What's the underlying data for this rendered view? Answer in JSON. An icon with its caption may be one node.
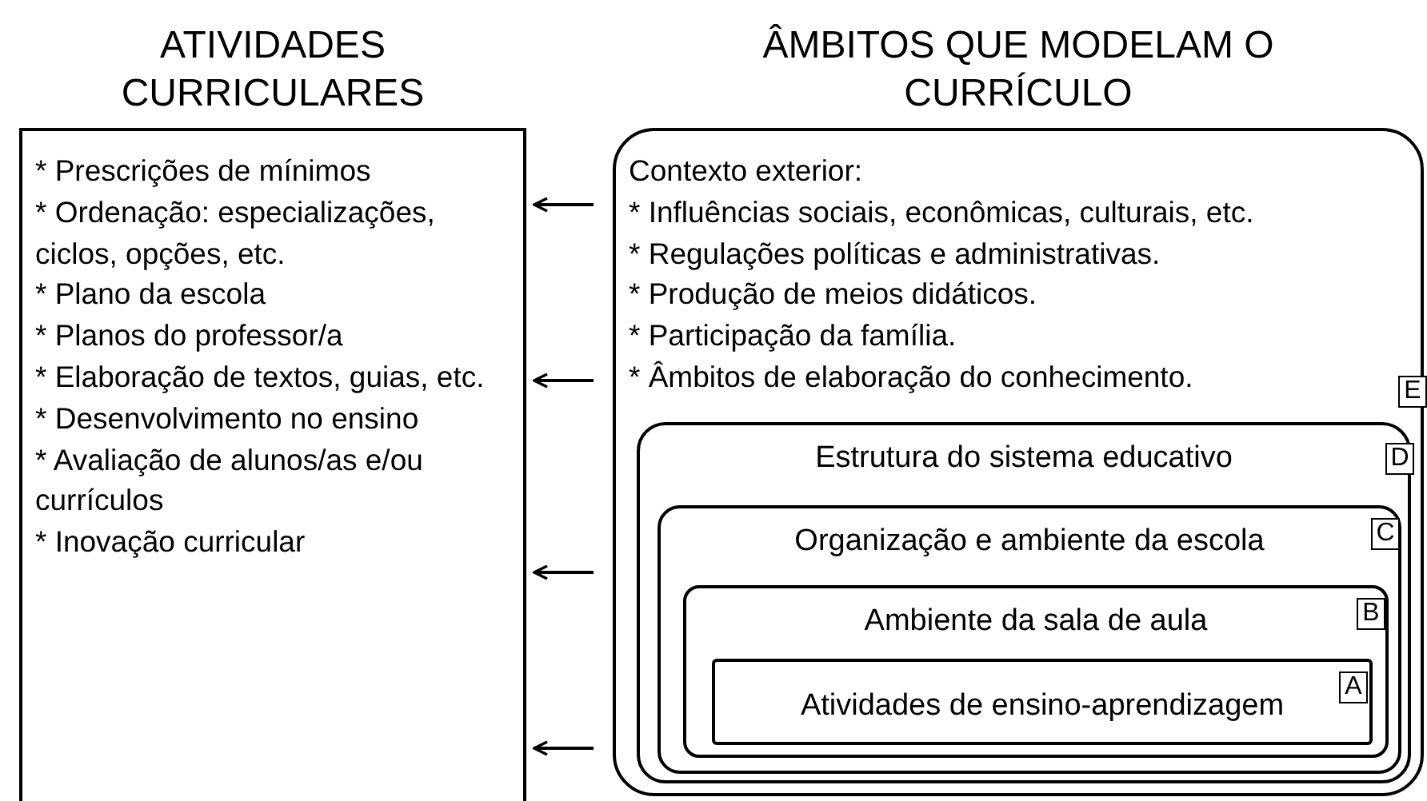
{
  "diagram": {
    "nodes": [
      {
        "text": [
          "ATIVIDADES CURRICULARES",
          "* Prescrições de mínimos",
          "* Ordenação: especializações, ciclos, opções, etc.",
          "* Plano da escola",
          "* Planos do professor/a",
          "* Elaboração de textos, guias, etc.",
          "* Desenvolvimento no ensino",
          "* Avaliação de alunos/as e/ou currículos",
          "* Inovação curricular"
        ]
      },
      {
        "text": [
          "ÂMBITOS QUE MODELAM O CURRÍCULO",
          "Contexto exterior:",
          "* Influências sociais, econômicas, culturais, etc.",
          "* Regulações políticas e administrativas.",
          "* Produção de meios didáticos.",
          "* Participação da família.",
          "* Âmbitos de elaboração do conhecimento."
        ]
      },
      {
        "text": [
          "E"
        ],
        "in": 1
      },
      {
        "text": [
          "Estrutura do sistema educativo"
        ],
        "in": 1
      },
      {
        "text": [
          "D"
        ],
        "in": 3
      },
      {
        "text": [
          "Organização e ambiente da escola"
        ],
        "in": 3
      },
      {
        "text": [
          "C"
        ],
        "in": 5
      },
      {
        "text": [
          "Ambiente da sala de aula"
        ],
        "in": 5
      },
      {
        "text": [
          "B"
        ],
        "in": 7
      },
      {
        "text": [
          "Atividades de ensino-aprendizagem"
        ],
        "in": 7
      },
      {
        "text": [
          "A"
        ],
        "in": 9
      }
    ],
    "edges": [
      {
        "from": 1,
        "to": 0,
        "arrow": "to"
      },
      {
        "from": 1,
        "to": 0,
        "arrow": "to"
      },
      {
        "from": 1,
        "to": 0,
        "arrow": "to"
      },
      {
        "from": 1,
        "to": 0,
        "arrow": "to"
      }
    ]
  }
}
